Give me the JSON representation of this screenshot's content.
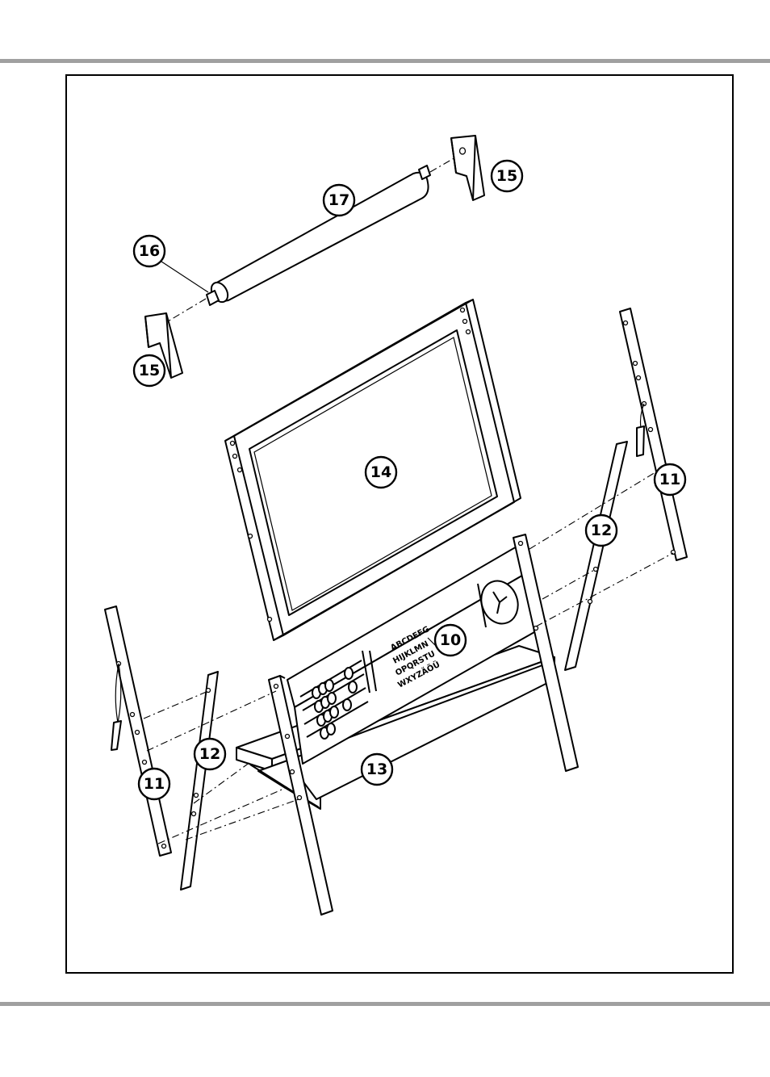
{
  "colors": {
    "rule": "#a0a0a0",
    "frame": "#000000",
    "background": "#ffffff"
  },
  "board_letters": [
    "ABCDEFG",
    "HIJKLMN",
    "OPQRSTU",
    "WXYZÄÖÜ"
  ],
  "callouts": {
    "part_10": "10",
    "part_11_left": "11",
    "part_11_right": "11",
    "part_12_left": "12",
    "part_12_right": "12",
    "part_13": "13",
    "part_14": "14",
    "part_15_top": "15",
    "part_15_bottom": "15",
    "part_16": "16",
    "part_17": "17"
  }
}
